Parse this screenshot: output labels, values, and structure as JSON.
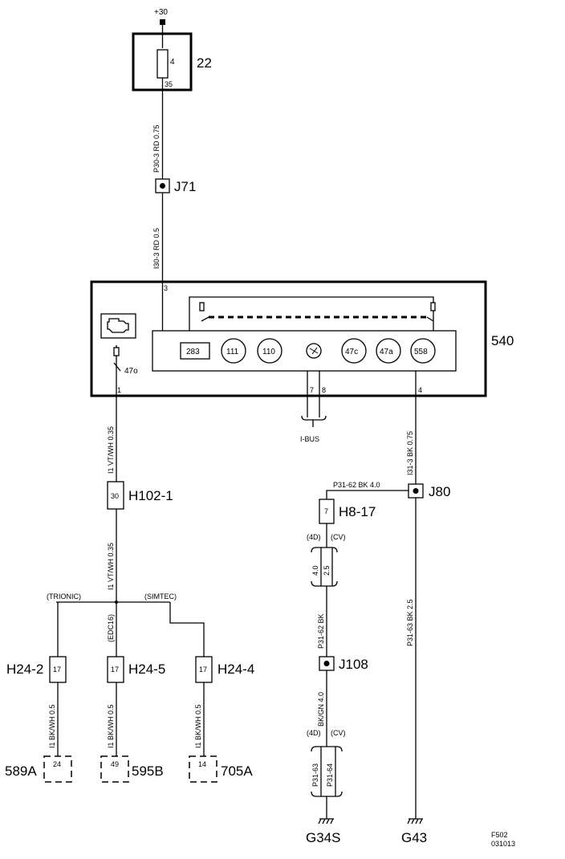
{
  "supply": {
    "label": "+30"
  },
  "fuse_box": {
    "id": "22",
    "fuse_no": "4",
    "pin": "35"
  },
  "wires": {
    "w1": "P30-3  RD  0.75",
    "w2": "I30-3  RD  0.5",
    "w3": "I1  VT/WH  0.35",
    "w4": "I1  VT/WH  0.35",
    "w5": "I31-3  BK  0.75",
    "w6": "P31-62  BK  4.0",
    "w7": "P31-63  BK  2.5",
    "w8": "P31-62  BK",
    "w9": "BK/GN  4.0",
    "w10": "I1 BK/WH  0.5",
    "w11": "I1 BK/WH  0.5",
    "w12": "I1 BK/WH  0.5",
    "w13": "P31-63",
    "w14": "P31-64",
    "size_a": "4.0",
    "size_b": "2.5"
  },
  "junctions": {
    "j71": "J71",
    "j80": "J80",
    "j108": "J108"
  },
  "module": {
    "id": "540",
    "pin_top": "3",
    "pin_left": "1",
    "pin_bus_a": "7",
    "pin_bus_b": "8",
    "pin_gnd": "4",
    "bulb": "47o",
    "gauges": [
      "283",
      "111",
      "110",
      "47c",
      "47a",
      "558"
    ]
  },
  "bus": {
    "label": "I-BUS"
  },
  "connectors": {
    "h102": {
      "id": "H102-1",
      "pin": "30"
    },
    "h8": {
      "id": "H8-17",
      "pin": "7"
    },
    "h24_2": {
      "id": "H24-2",
      "pin": "17"
    },
    "h24_5": {
      "id": "H24-5",
      "pin": "17"
    },
    "h24_4": {
      "id": "H24-4",
      "pin": "17"
    }
  },
  "variants": {
    "trionic": "(TRIONIC)",
    "simtec": "(SIMTEC)",
    "edc16": "(EDC16)",
    "body_4d": "(4D)",
    "body_cv": "(CV)"
  },
  "destinations": [
    {
      "id": "589A",
      "pin": "24"
    },
    {
      "id": "595B",
      "pin": "49"
    },
    {
      "id": "705A",
      "pin": "14"
    }
  ],
  "grounds": {
    "g1": "G34S",
    "g2": "G43"
  },
  "footer": {
    "line1": "F502",
    "line2": "031013"
  }
}
